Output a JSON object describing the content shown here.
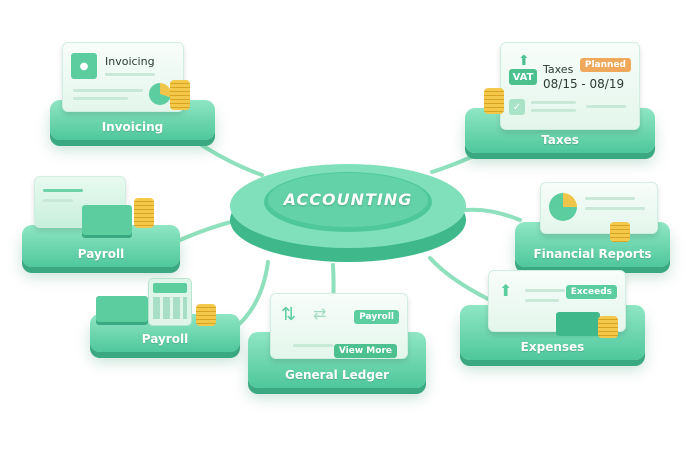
{
  "hub": {
    "title": "ACCOUNTING"
  },
  "nodes": {
    "invoicing": {
      "label": "Invoicing",
      "card_title": "Invoicing"
    },
    "taxes": {
      "label": "Taxes",
      "card_title": "Taxes",
      "badge": "Planned",
      "vat": "VAT",
      "dates": "08/15 - 08/19"
    },
    "payroll_top": {
      "label": "Payroll"
    },
    "financial_reports": {
      "label": "Financial Reports"
    },
    "payroll_bottom": {
      "label": "Payroll"
    },
    "general_ledger": {
      "label": "General Ledger",
      "badge": "Payroll",
      "button": "View More"
    },
    "expenses": {
      "label": "Expenses",
      "badge": "Exceeds"
    }
  },
  "colors": {
    "mint": "#5fd3a8",
    "accent_green": "#4cc08e",
    "planned_orange": "#f0a95a",
    "coin": "#f4c84a"
  }
}
